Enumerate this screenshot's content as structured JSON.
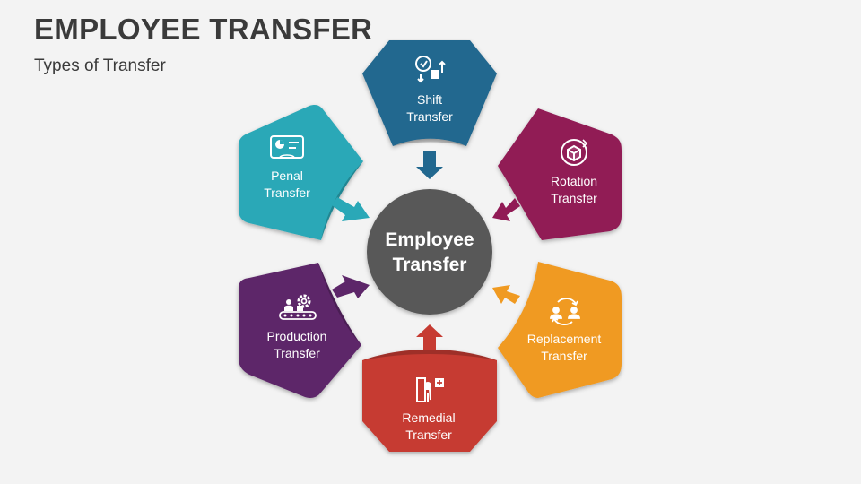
{
  "title": "EMPLOYEE TRANSFER",
  "subtitle": "Types of Transfer",
  "center": {
    "line1": "Employee",
    "line2": "Transfer",
    "color": "#595959"
  },
  "types": [
    {
      "line1": "Shift",
      "line2": "Transfer",
      "color": "#22688f",
      "icon": "clock-swap-icon"
    },
    {
      "line1": "Rotation",
      "line2": "Transfer",
      "color": "#911a55",
      "icon": "cube-rotate-icon"
    },
    {
      "line1": "Replacement",
      "line2": "Transfer",
      "color": "#f09a21",
      "icon": "people-cycle-icon"
    },
    {
      "line1": "Remedial",
      "line2": "Transfer",
      "color": "#c63b32",
      "icon": "door-medical-icon"
    },
    {
      "line1": "Production",
      "line2": "Transfer",
      "color": "#5d2669",
      "icon": "conveyor-gear-icon"
    },
    {
      "line1": "Penal",
      "line2": "Transfer",
      "color": "#2aa8b7",
      "icon": "id-card-icon"
    }
  ]
}
